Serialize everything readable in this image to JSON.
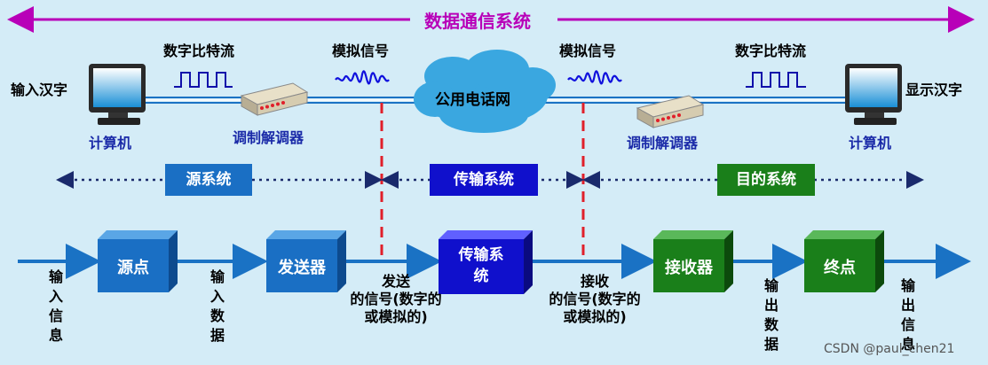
{
  "title": "数据通信系统",
  "top": {
    "input_label": "输入汉字",
    "output_label": "显示汉字",
    "computer_left": "计算机",
    "computer_right": "计算机",
    "modem_left": "调制解调器",
    "modem_right": "调制解调器",
    "digital_left": "数字比特流",
    "digital_right": "数字比特流",
    "analog_left": "模拟信号",
    "analog_right": "模拟信号",
    "network": "公用电话网"
  },
  "systems": {
    "source": "源系统",
    "transmission": "传输系统",
    "destination": "目的系统"
  },
  "flow": {
    "source_box": "源点",
    "sender_box": "发送器",
    "trans_box": "传输系统",
    "receiver_box": "接收器",
    "dest_box": "终点",
    "input_info": "输入信息",
    "input_data": "输入数据",
    "output_data": "输出数据",
    "output_info": "输出信息",
    "send_signal": [
      "发送",
      "的信号(数字的",
      "或模拟的)"
    ],
    "recv_signal": [
      "接收",
      "的信号(数字的",
      "或模拟的)"
    ]
  },
  "watermark": "CSDN @paul_chen21",
  "colors": {
    "background": "#d4ecf7",
    "title": "#b800b8",
    "box_blue": "#1a6fc4",
    "box_darkblue": "#1010cc",
    "box_green": "#1a7f1a",
    "arrow": "#1a72c4",
    "dashed": "#e01f2a"
  }
}
